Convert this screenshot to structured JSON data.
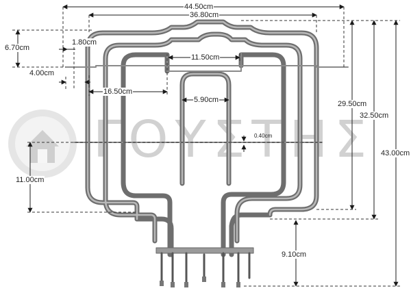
{
  "watermark": {
    "brand": "ΓΟΥΣΤΗΣ",
    "color": "#c9c9c9"
  },
  "dimensions": {
    "overall_width": "44.50cm",
    "inner_width": "36.80cm",
    "top_offset": "6.70cm",
    "bracket_gap": "1.80cm",
    "side_offset": "4.00cm",
    "left_span": "16.50cm",
    "center_gap": "11.50cm",
    "loop_width": "5.90cm",
    "bar_thickness": "0.40cm",
    "lower_height": "11.00cm",
    "height_1": "29.50cm",
    "height_2": "32.50cm",
    "total_height": "43.00cm",
    "terminal_length": "9.10cm"
  },
  "colors": {
    "element_outer": "#6e6e6e",
    "element_inner": "#b9b9b9",
    "dimension_line": "#1a1a1a",
    "dashed_line": "#333333"
  }
}
